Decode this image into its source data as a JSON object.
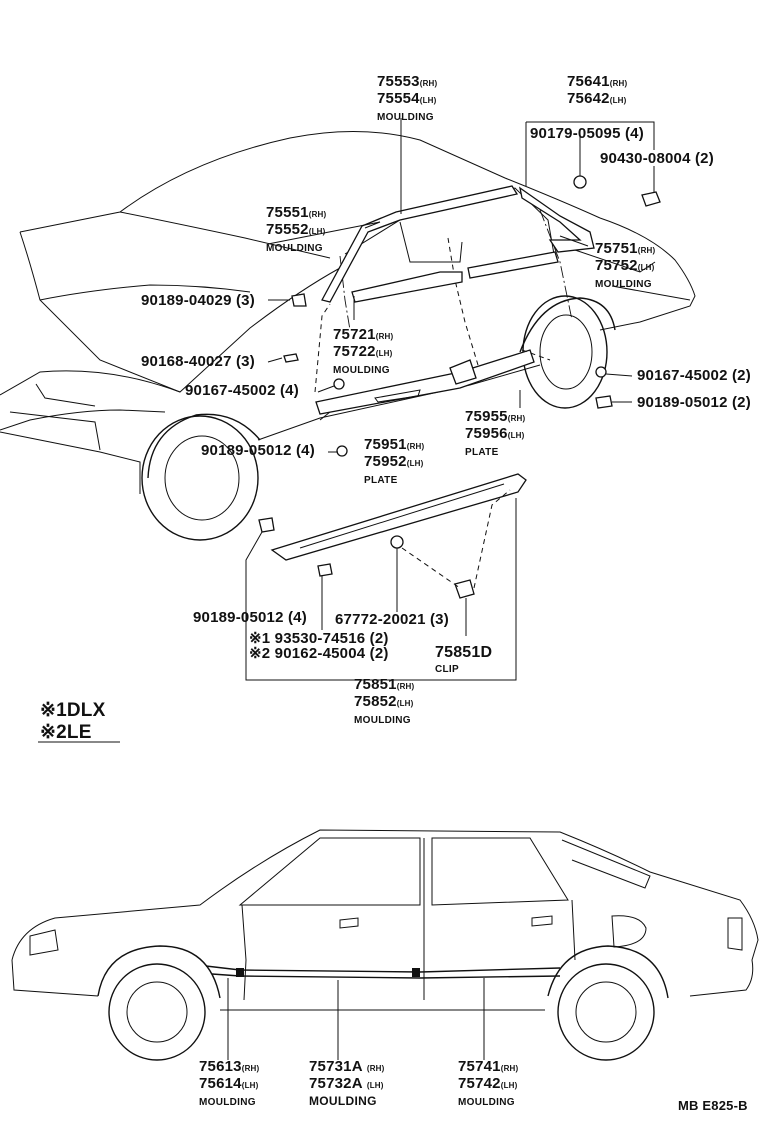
{
  "callouts": [
    {
      "id": "c1",
      "parts": [
        {
          "no": "75553",
          "side": "(RH)"
        },
        {
          "no": "75554",
          "side": "(LH)"
        }
      ],
      "name": "MOULDING"
    },
    {
      "id": "c2",
      "parts": [
        {
          "no": "75641",
          "side": "(RH)"
        },
        {
          "no": "75642",
          "side": "(LH)"
        }
      ],
      "name": ""
    },
    {
      "id": "c3",
      "parts": [
        {
          "no": "90179-05095 (4)",
          "side": ""
        }
      ],
      "name": ""
    },
    {
      "id": "c4",
      "parts": [
        {
          "no": "90430-08004 (2)",
          "side": ""
        }
      ],
      "name": ""
    },
    {
      "id": "c5",
      "parts": [
        {
          "no": "75551",
          "side": "(RH)"
        },
        {
          "no": "75552",
          "side": "(LH)"
        }
      ],
      "name": "MOULDING"
    },
    {
      "id": "c6",
      "parts": [
        {
          "no": "75751",
          "side": "(RH)"
        },
        {
          "no": "75752",
          "side": "(LH)"
        }
      ],
      "name": "MOULDING"
    },
    {
      "id": "c7",
      "parts": [
        {
          "no": "90189-04029 (3)",
          "side": ""
        }
      ],
      "name": ""
    },
    {
      "id": "c8",
      "parts": [
        {
          "no": "75721",
          "side": "(RH)"
        },
        {
          "no": "75722",
          "side": "(LH)"
        }
      ],
      "name": "MOULDING"
    },
    {
      "id": "c9",
      "parts": [
        {
          "no": "90168-40027 (3)",
          "side": ""
        }
      ],
      "name": ""
    },
    {
      "id": "c10",
      "parts": [
        {
          "no": "90167-45002 (4)",
          "side": ""
        }
      ],
      "name": ""
    },
    {
      "id": "c11",
      "parts": [
        {
          "no": "90167-45002 (2)",
          "side": ""
        }
      ],
      "name": ""
    },
    {
      "id": "c12",
      "parts": [
        {
          "no": "90189-05012 (2)",
          "side": ""
        }
      ],
      "name": ""
    },
    {
      "id": "c13",
      "parts": [
        {
          "no": "75955",
          "side": "(RH)"
        },
        {
          "no": "75956",
          "side": "(LH)"
        }
      ],
      "name": "PLATE"
    },
    {
      "id": "c14",
      "parts": [
        {
          "no": "90189-05012 (4)",
          "side": ""
        }
      ],
      "name": ""
    },
    {
      "id": "c15",
      "parts": [
        {
          "no": "75951",
          "side": "(RH)"
        },
        {
          "no": "75952",
          "side": "(LH)"
        }
      ],
      "name": "PLATE"
    },
    {
      "id": "c16",
      "parts": [
        {
          "no": "90189-05012 (4)",
          "side": ""
        }
      ],
      "name": ""
    },
    {
      "id": "c17",
      "parts": [
        {
          "no": "67772-20021 (3)",
          "side": ""
        }
      ],
      "name": ""
    },
    {
      "id": "c18",
      "parts": [
        {
          "no": "※1 93530-74516 (2)",
          "side": ""
        },
        {
          "no": "※2 90162-45004 (2)",
          "side": ""
        }
      ],
      "name": ""
    },
    {
      "id": "c19",
      "parts": [
        {
          "no": "75851D",
          "side": ""
        }
      ],
      "name": "CLIP"
    },
    {
      "id": "c20",
      "parts": [
        {
          "no": "75851",
          "side": "(RH)"
        },
        {
          "no": "75852",
          "side": "(LH)"
        }
      ],
      "name": "MOULDING"
    },
    {
      "id": "c21",
      "parts": [
        {
          "no": "75613",
          "side": "(RH)"
        },
        {
          "no": "75614",
          "side": "(LH)"
        }
      ],
      "name": "MOULDING"
    },
    {
      "id": "c22",
      "parts": [
        {
          "no": "75731A",
          "side": "(RH)"
        },
        {
          "no": "75732A",
          "side": "(LH)"
        }
      ],
      "name": "MOULDING"
    },
    {
      "id": "c23",
      "parts": [
        {
          "no": "75741",
          "side": "(RH)"
        },
        {
          "no": "75742",
          "side": "(LH)"
        }
      ],
      "name": "MOULDING"
    }
  ],
  "legend": [
    {
      "mark": "※1",
      "text": "DLX"
    },
    {
      "mark": "※2",
      "text": "LE"
    }
  ],
  "footer": {
    "code": "MB  E825-B"
  }
}
